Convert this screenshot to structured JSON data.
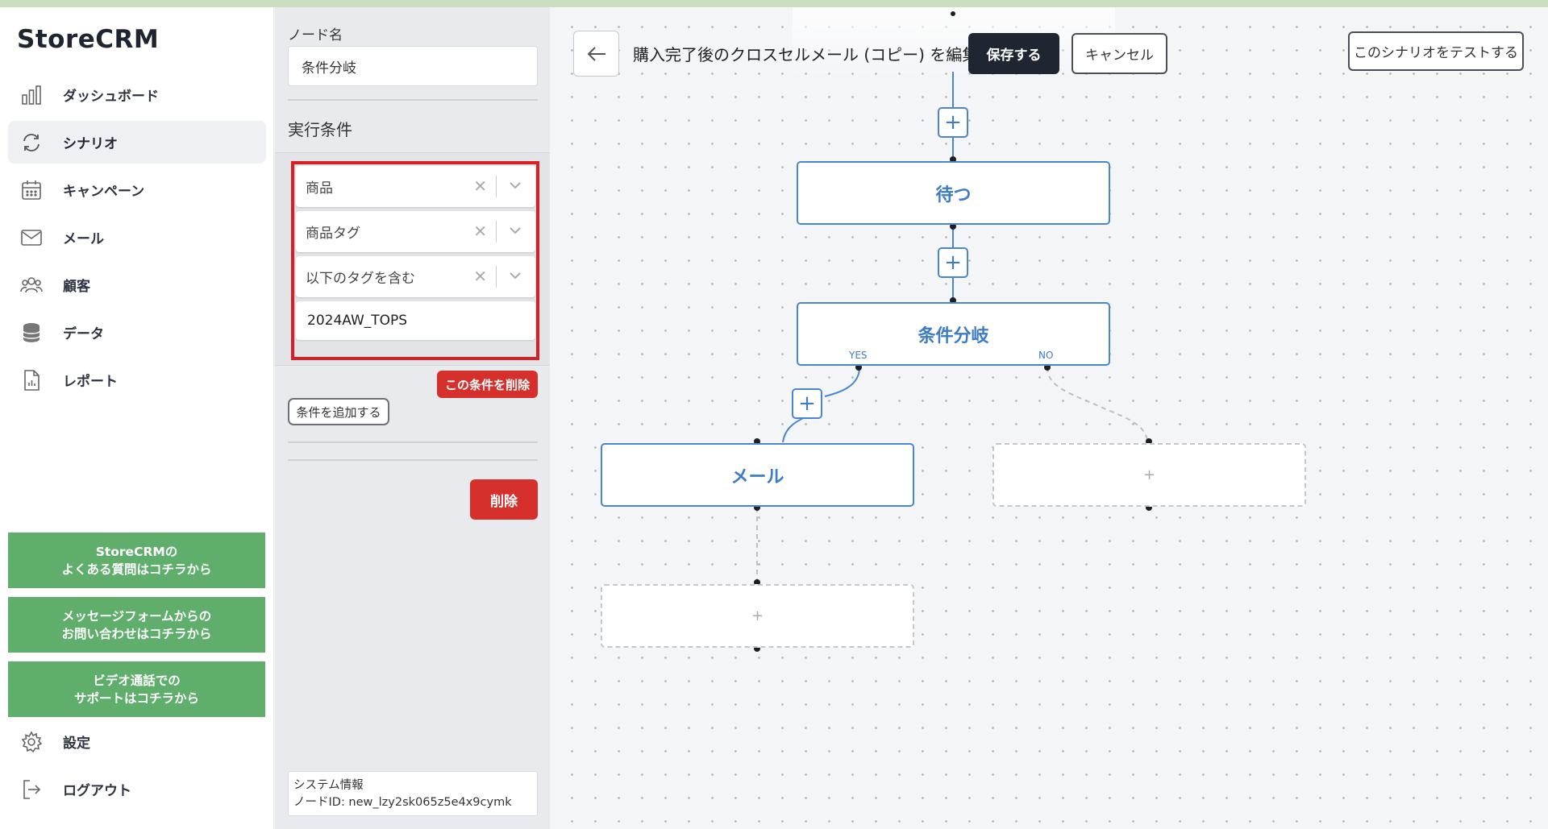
{
  "app": {
    "name": "StoreCRM"
  },
  "sidebar": {
    "items": [
      {
        "label": "ダッシュボード",
        "icon": "chart-bar-icon",
        "active": false
      },
      {
        "label": "シナリオ",
        "icon": "refresh-icon",
        "active": true
      },
      {
        "label": "キャンペーン",
        "icon": "calendar-icon",
        "active": false
      },
      {
        "label": "メール",
        "icon": "mail-icon",
        "active": false
      },
      {
        "label": "顧客",
        "icon": "users-icon",
        "active": false
      },
      {
        "label": "データ",
        "icon": "database-icon",
        "active": false
      },
      {
        "label": "レポート",
        "icon": "report-icon",
        "active": false
      }
    ],
    "help_links": [
      {
        "line1": "StoreCRMの",
        "line2": "よくある質問はコチラから"
      },
      {
        "line1": "メッセージフォームからの",
        "line2": "お問い合わせはコチラから"
      },
      {
        "line1": "ビデオ通話での",
        "line2": "サポートはコチラから"
      }
    ],
    "bottom_items": [
      {
        "label": "設定",
        "icon": "gear-icon"
      },
      {
        "label": "ログアウト",
        "icon": "logout-icon"
      }
    ],
    "help_color": "#5fae6c"
  },
  "panel": {
    "node_name_label": "ノード名",
    "node_name_value": "条件分岐",
    "conditions_label": "実行条件",
    "selects": [
      "商品",
      "商品タグ",
      "以下のタグを含む"
    ],
    "tag_value": "2024AW_TOPS",
    "delete_condition_label": "この条件を削除",
    "add_condition_label": "条件を追加する",
    "delete_label": "削除",
    "system_info_title": "システム情報",
    "system_info_node_id": "ノードID: new_lzy2sk065z5e4x9cymk"
  },
  "canvas": {
    "title": "購入完了後のクロスセルメール (コピー) を編集中",
    "save_label": "保存する",
    "cancel_label": "キャンセル",
    "test_label": "このシナリオをテストする",
    "nodes": {
      "wait": "待つ",
      "branch": "条件分岐",
      "mail": "メール"
    },
    "plus_symbol": "+",
    "yes_label": "YES",
    "no_label": "NO",
    "accent": "#4a86cf"
  }
}
